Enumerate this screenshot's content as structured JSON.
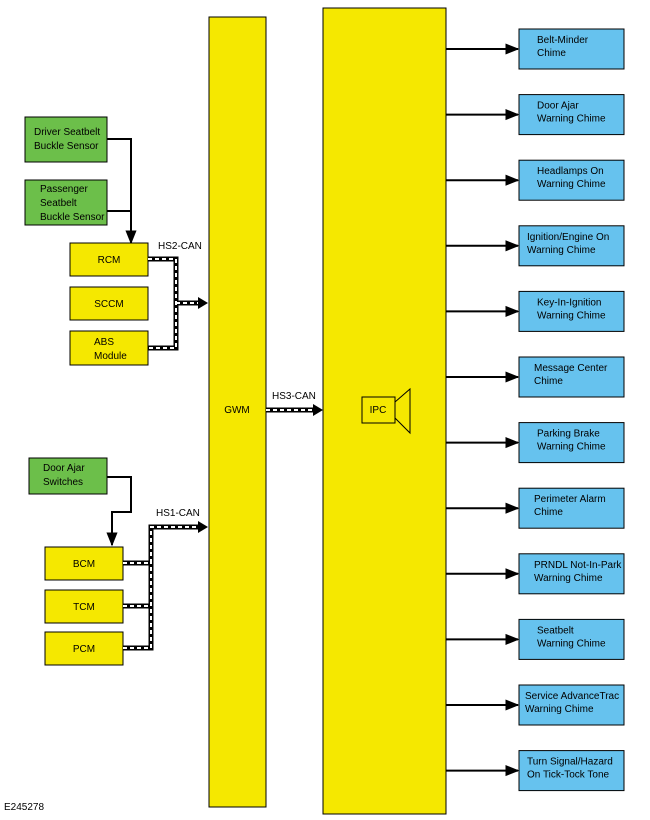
{
  "figure_id": "E245278",
  "gateway": {
    "label": "GWM"
  },
  "ipc": {
    "label": "IPC"
  },
  "buses": {
    "hs2": "HS2-CAN",
    "hs1": "HS1-CAN",
    "hs3": "HS3-CAN"
  },
  "inputs": {
    "driver_seatbelt": [
      "Driver Seatbelt",
      "Buckle Sensor"
    ],
    "passenger_seatbelt": [
      "Passenger",
      "Seatbelt",
      "Buckle Sensor"
    ],
    "door_ajar": [
      "Door Ajar",
      "Switches"
    ]
  },
  "modules": {
    "rcm": [
      "RCM"
    ],
    "sccm": [
      "SCCM"
    ],
    "abs": [
      "ABS",
      "Module"
    ],
    "bcm": [
      "BCM"
    ],
    "tcm": [
      "TCM"
    ],
    "pcm": [
      "PCM"
    ]
  },
  "outputs": [
    [
      "Belt-Minder",
      "Chime"
    ],
    [
      "Door Ajar",
      "Warning Chime"
    ],
    [
      "Headlamps On",
      "Warning Chime"
    ],
    [
      "Ignition/Engine On",
      "Warning Chime"
    ],
    [
      "Key-In-Ignition",
      "Warning Chime"
    ],
    [
      "Message Center",
      "Chime"
    ],
    [
      "Parking Brake",
      "Warning Chime"
    ],
    [
      "Perimeter Alarm",
      "Chime"
    ],
    [
      "PRNDL Not-In-Park",
      "Warning Chime"
    ],
    [
      "Seatbelt",
      "Warning Chime"
    ],
    [
      "Service AdvanceTrac",
      "Warning Chime"
    ],
    [
      "Turn Signal/Hazard",
      "On Tick-Tock Tone"
    ]
  ]
}
